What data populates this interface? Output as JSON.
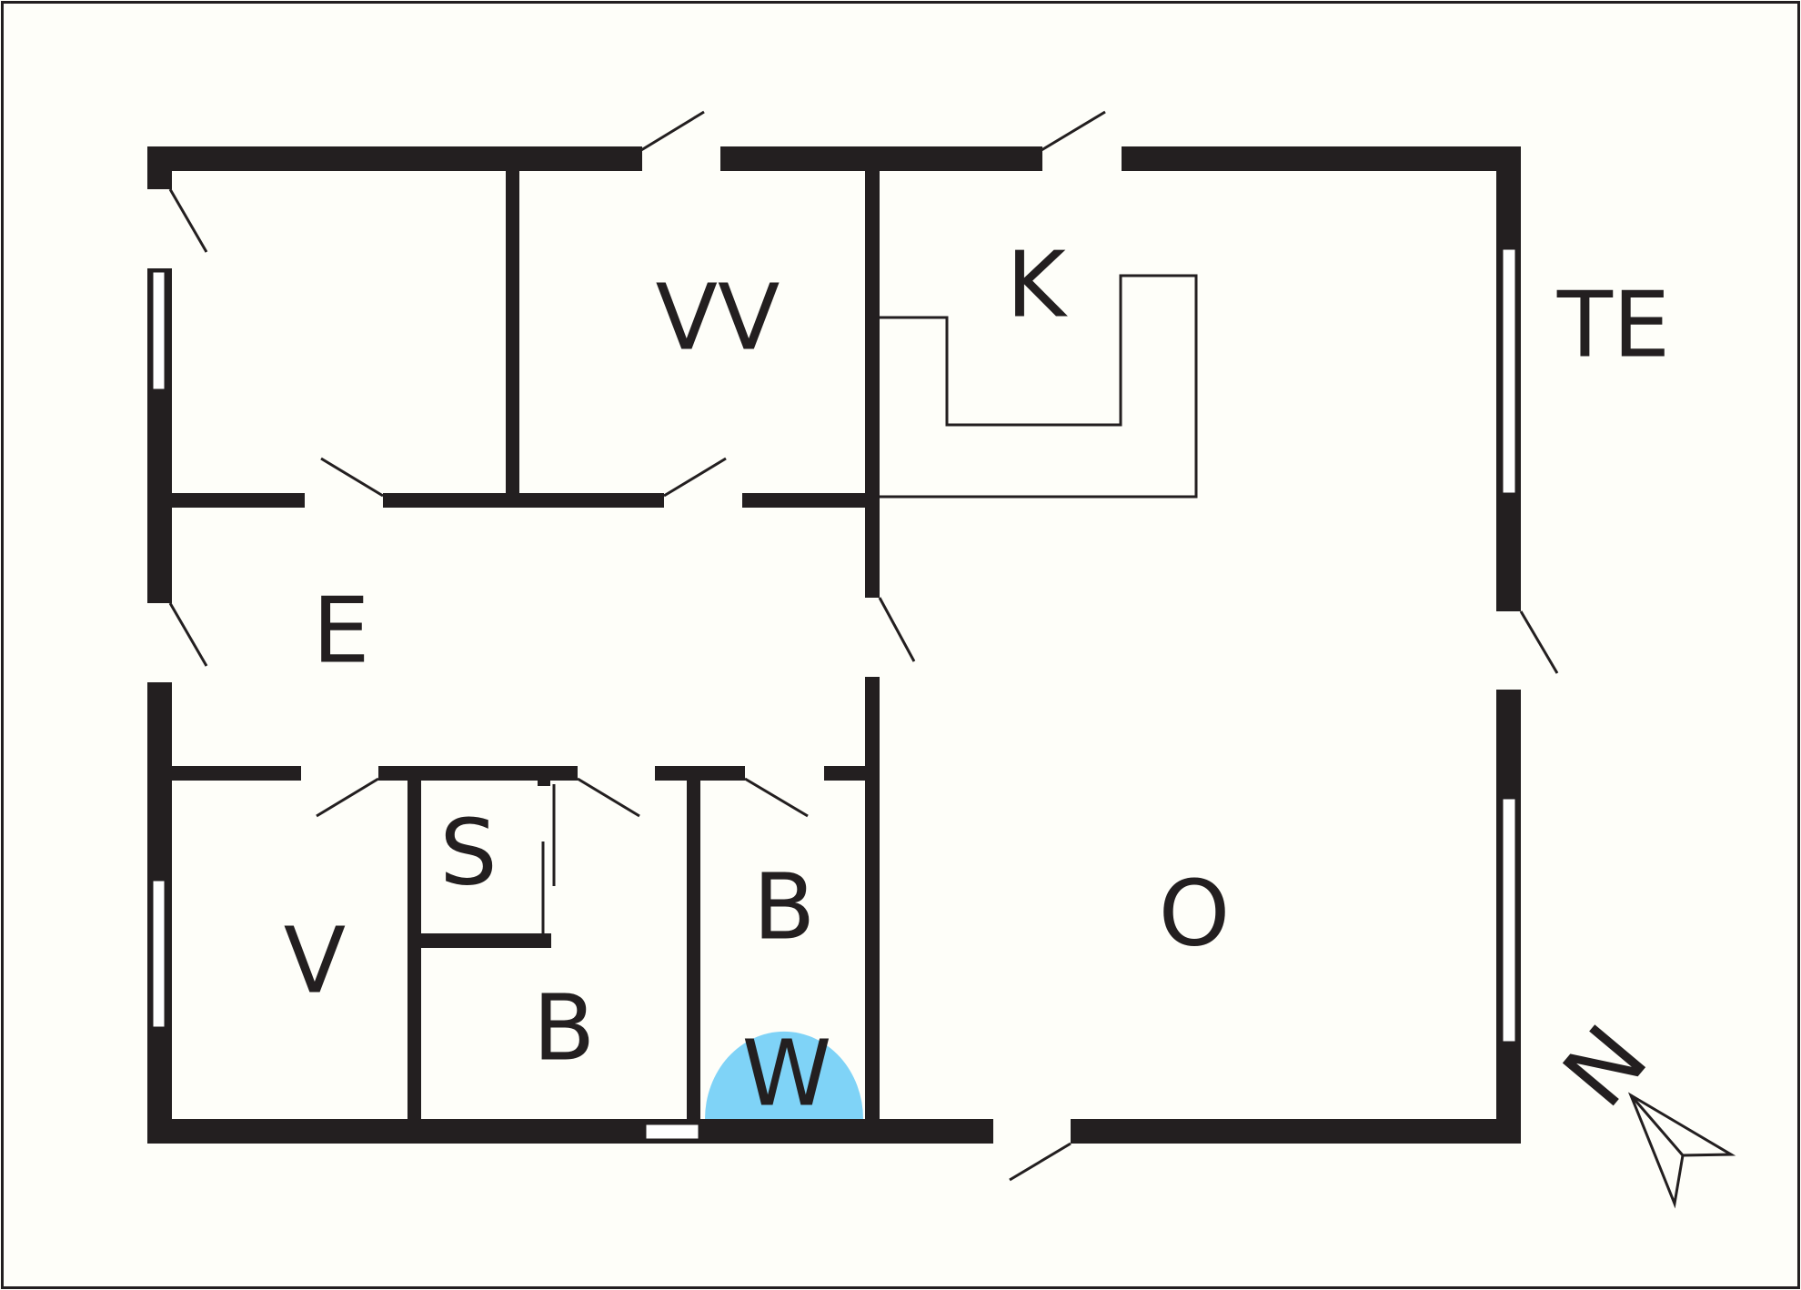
{
  "colors": {
    "background": "#fefef9",
    "wall": "#231f20",
    "outline": "#231f20",
    "shower_fill": "#7fd3f7",
    "opening": "#ffffff"
  },
  "rooms": {
    "vv": "VV",
    "k": "K",
    "te": "TE",
    "e": "E",
    "s": "S",
    "v": "V",
    "b_upper": "B",
    "b_lower": "B",
    "w": "W",
    "o": "O"
  },
  "compass": {
    "label": "N",
    "icon": "north-arrow-icon"
  }
}
